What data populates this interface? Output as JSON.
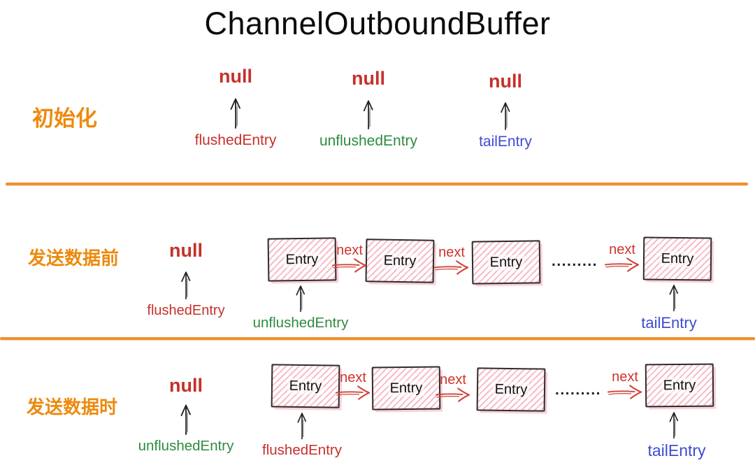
{
  "title": "ChannelOutboundBuffer",
  "sections": [
    {
      "label": "初始化",
      "columns": [
        {
          "value": "null",
          "pointer": "flushedEntry"
        },
        {
          "value": "null",
          "pointer": "unflushedEntry"
        },
        {
          "value": "null",
          "pointer": "tailEntry"
        }
      ]
    },
    {
      "label": "发送数据前",
      "null_value": "null",
      "null_pointer": "flushedEntry",
      "head_pointer": "unflushedEntry",
      "tail_pointer": "tailEntry",
      "entries": [
        "Entry",
        "Entry",
        "Entry",
        "Entry"
      ],
      "next_labels": [
        "next",
        "next",
        "next"
      ],
      "ellipsis": "........."
    },
    {
      "label": "发送数据时",
      "null_value": "null",
      "null_pointer": "unflushedEntry",
      "head_pointer": "flushedEntry",
      "tail_pointer": "tailEntry",
      "entries": [
        "Entry",
        "Entry",
        "Entry",
        "Entry"
      ],
      "next_labels": [
        "next",
        "next",
        "next"
      ],
      "ellipsis": "........."
    }
  ],
  "colors": {
    "orange_label": "#ED8A0E",
    "red_text": "#C5302B",
    "arrow_red": "#D2453A",
    "green_text": "#2E8B3E",
    "blue_text": "#3D4CD3",
    "entry_hatch_pink": "#F299AC",
    "entry_border": "#2E2B2B",
    "divider_orange": "#EF8F33",
    "ink_black": "#1E1E1E"
  }
}
